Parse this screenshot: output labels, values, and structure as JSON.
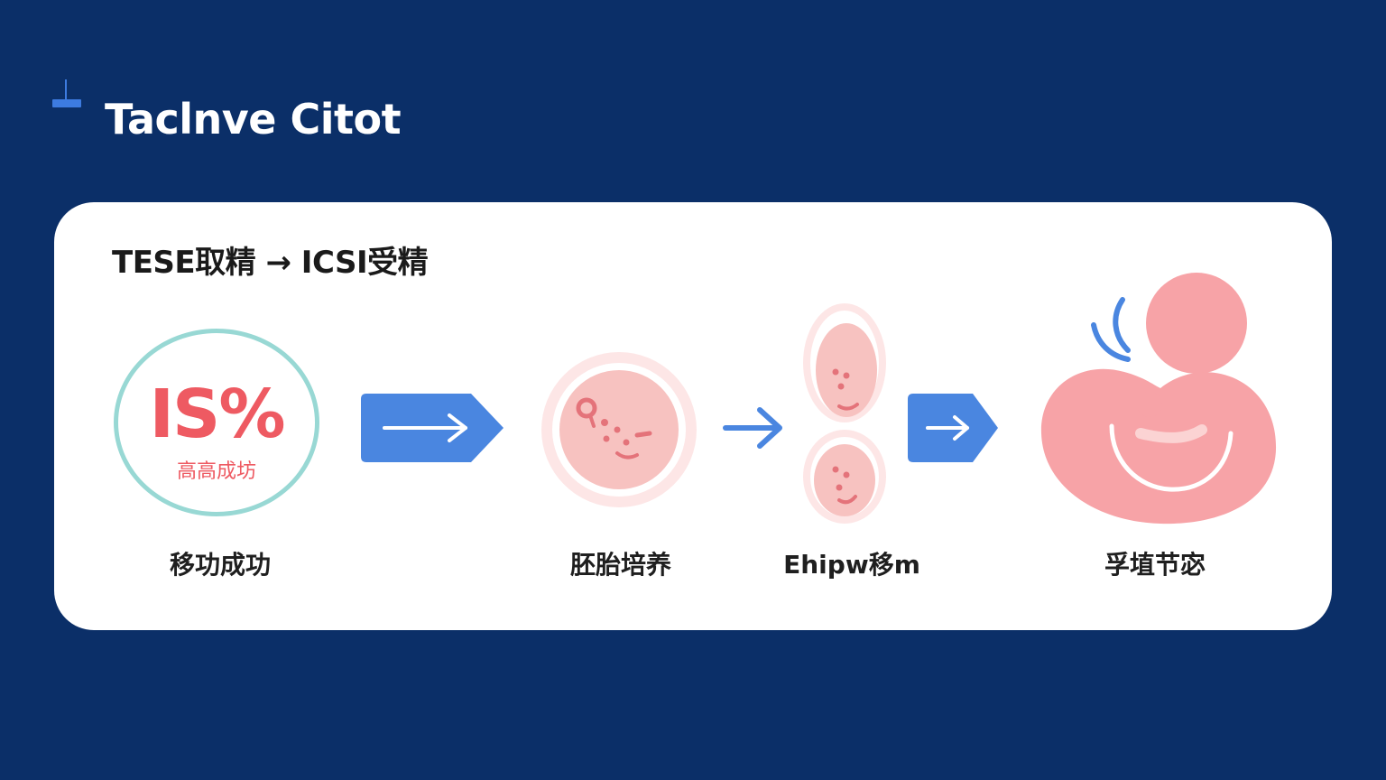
{
  "header": {
    "title": "Taclnve Citot"
  },
  "card": {
    "subtitle": "TESE取精 → ICSI受精",
    "stat": {
      "value": "IS%",
      "caption": "高高成坊"
    },
    "steps": [
      {
        "label": "移功成功"
      },
      {
        "label": "胚胎培养"
      },
      {
        "label": "Ehipw移m"
      },
      {
        "label": "孚埴节宓"
      }
    ]
  },
  "colors": {
    "background": "#0b2f68",
    "card": "#ffffff",
    "accent_blue": "#4a86e0",
    "stat_red": "#ee5a62",
    "ring_teal": "#98d8d4",
    "embryo_pink": "#f7b3b3"
  },
  "icons": [
    "title-bookmark-icon",
    "arrow-right-icon",
    "embryo-cell-icon",
    "arrow-right-icon",
    "dividing-embryo-icon",
    "arrow-right-icon",
    "fetus-icon"
  ]
}
